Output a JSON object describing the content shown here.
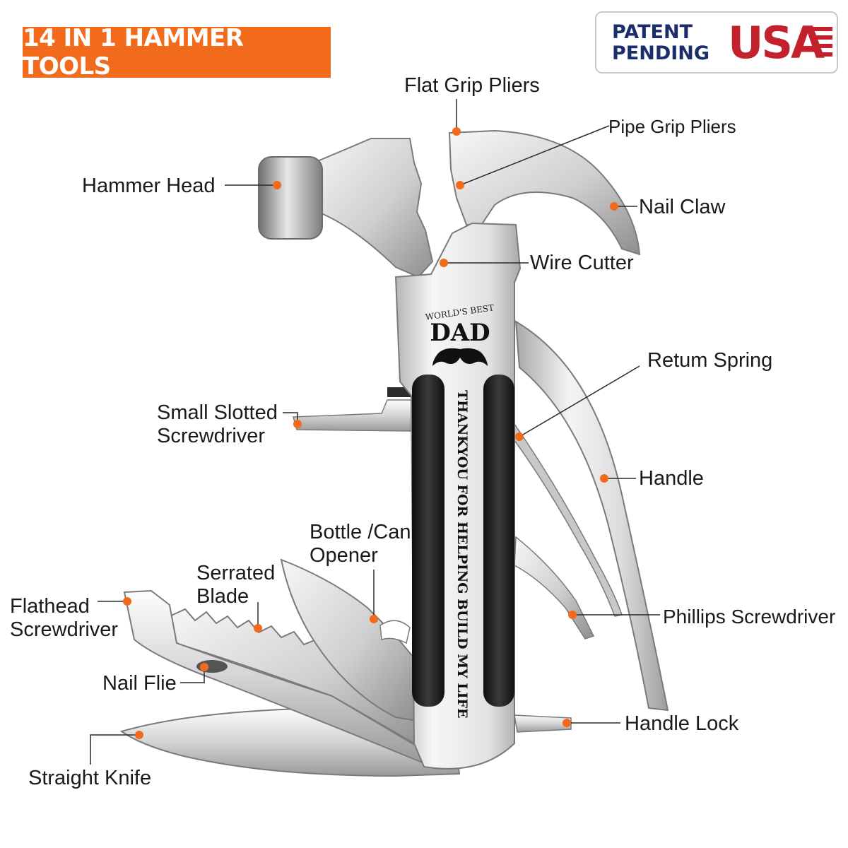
{
  "banner": {
    "text": "14 IN 1 HAMMER TOOLS"
  },
  "badge": {
    "line1": "PATENT",
    "line2": "PENDING",
    "country": "USA"
  },
  "engraving": {
    "arc": "WORLD'S BEST",
    "title": "DAD",
    "message": "THANKYOU FOR HELPING BUILD MY LIFE"
  },
  "labels": {
    "flat_grip_pliers": "Flat Grip Pliers",
    "pipe_grip_pliers": "Pipe Grip Pliers",
    "hammer_head": "Hammer Head",
    "nail_claw": "Nail Claw",
    "wire_cutter": "Wire Cutter",
    "return_spring": "Retum Spring",
    "small_slotted_screwdriver": [
      "Small Slotted",
      "Screwdriver"
    ],
    "handle": "Handle",
    "bottle_can_opener": [
      "Bottle /Can",
      "Opener"
    ],
    "serrated_blade": [
      "Serrated",
      "Blade"
    ],
    "flathead_screwdriver": [
      "Flathead",
      "Screwdriver"
    ],
    "phillips_screwdriver": "Phillips Screwdriver",
    "nail_file": "Nail Flie",
    "handle_lock": "Handle Lock",
    "straight_knife": "Straight Knife"
  },
  "colors": {
    "accent_orange": "#f26a1b",
    "navy": "#1c2d6b",
    "usa_red": "#c3212b",
    "steel_light": "#f0f0f0",
    "steel_dark": "#8d8d8d",
    "grip_black": "#1b1b1b"
  }
}
